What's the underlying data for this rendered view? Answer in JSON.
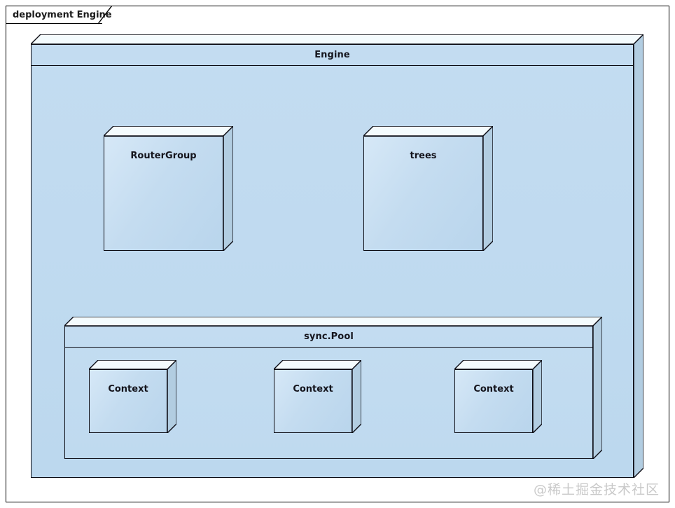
{
  "diagram": {
    "kind": "uml-deployment-diagram",
    "title_tab": "deployment Engine",
    "watermark": "@稀土掘金技术社区",
    "colors": {
      "node_fill": "#c3dcf1",
      "component_fill": "#cde3f4",
      "top_face": "#f2fafd",
      "side_face": "#aec8dd",
      "stroke": "#0c0c14",
      "frame_stroke": "#000000",
      "label_text": "#14141c",
      "watermark_text": "#c9c9c9",
      "page_background": "#ffffff"
    },
    "nodes": {
      "engine": {
        "label": "Engine",
        "type": "node",
        "has_header_separator": true,
        "children": [
          "routergroup",
          "trees",
          "syncpool"
        ]
      },
      "routergroup": {
        "label": "RouterGroup",
        "type": "component",
        "has_header_separator": false
      },
      "trees": {
        "label": "trees",
        "type": "component",
        "has_header_separator": false
      },
      "syncpool": {
        "label": "sync.Pool",
        "type": "node",
        "has_header_separator": true,
        "children": [
          "context-1",
          "context-2",
          "context-3"
        ]
      },
      "context_instances": [
        {
          "label": "Context"
        },
        {
          "label": "Context"
        },
        {
          "label": "Context"
        }
      ]
    }
  }
}
